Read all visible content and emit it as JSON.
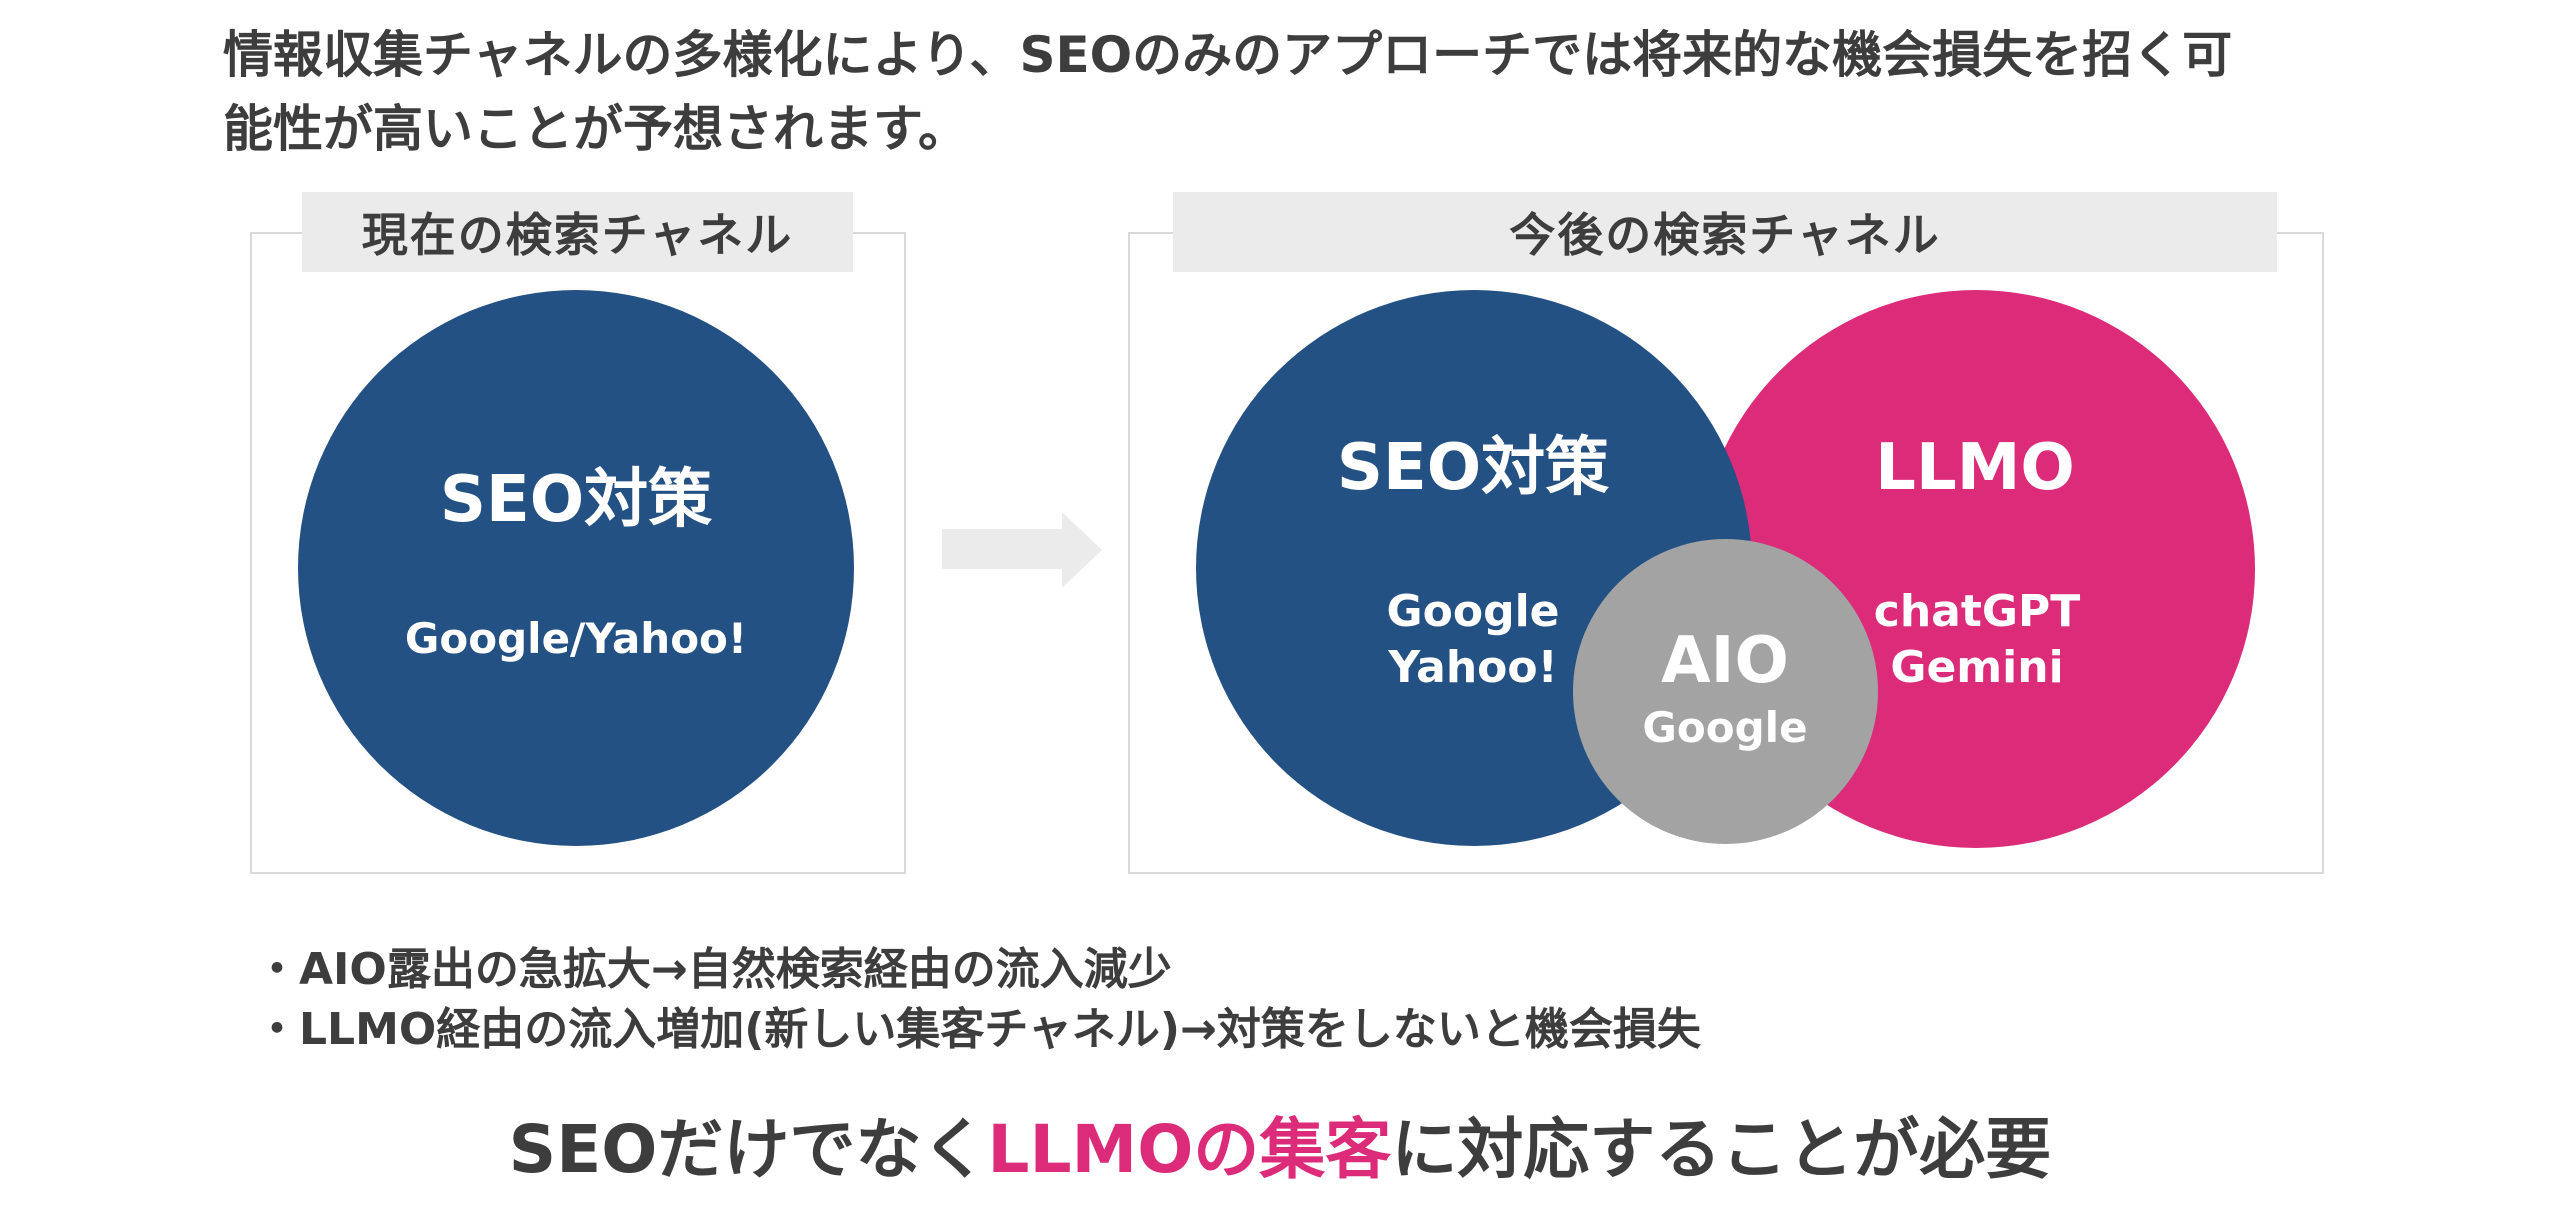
{
  "intro": {
    "lines": [
      "情報収集チャネルの多様化により、SEOのみのアプローチでは将来的な機会損失を招く可",
      "能性が高いことが予想されます。"
    ]
  },
  "current_panel": {
    "header": "現在の検索チャネル",
    "seo_circle": {
      "title": "SEO対策",
      "sub": "Google/Yahoo!"
    }
  },
  "future_panel": {
    "header": "今後の検索チャネル",
    "seo_circle": {
      "title": "SEO対策",
      "lines": [
        "Google",
        "Yahoo!"
      ]
    },
    "llmo_circle": {
      "title": "LLMO",
      "lines": [
        "chatGPT",
        "Gemini"
      ]
    },
    "aio_circle": {
      "title": "AIO",
      "sub": "Google"
    }
  },
  "bullets": [
    "・AIO露出の急拡大→自然検索経由の流入減少",
    "・LLMO経由の流入増加(新しい集客チャネル)→対策をしないと機会損失"
  ],
  "conclusion": {
    "before": "SEOだけでなく",
    "accent": "LLMOの集客",
    "after": "に対応することが必要"
  },
  "colors": {
    "navy": "#245184",
    "pink": "#db2b79",
    "gray_circle": "#a3a3a3",
    "header_bg": "#ebebeb",
    "text": "#3d3d3d"
  }
}
